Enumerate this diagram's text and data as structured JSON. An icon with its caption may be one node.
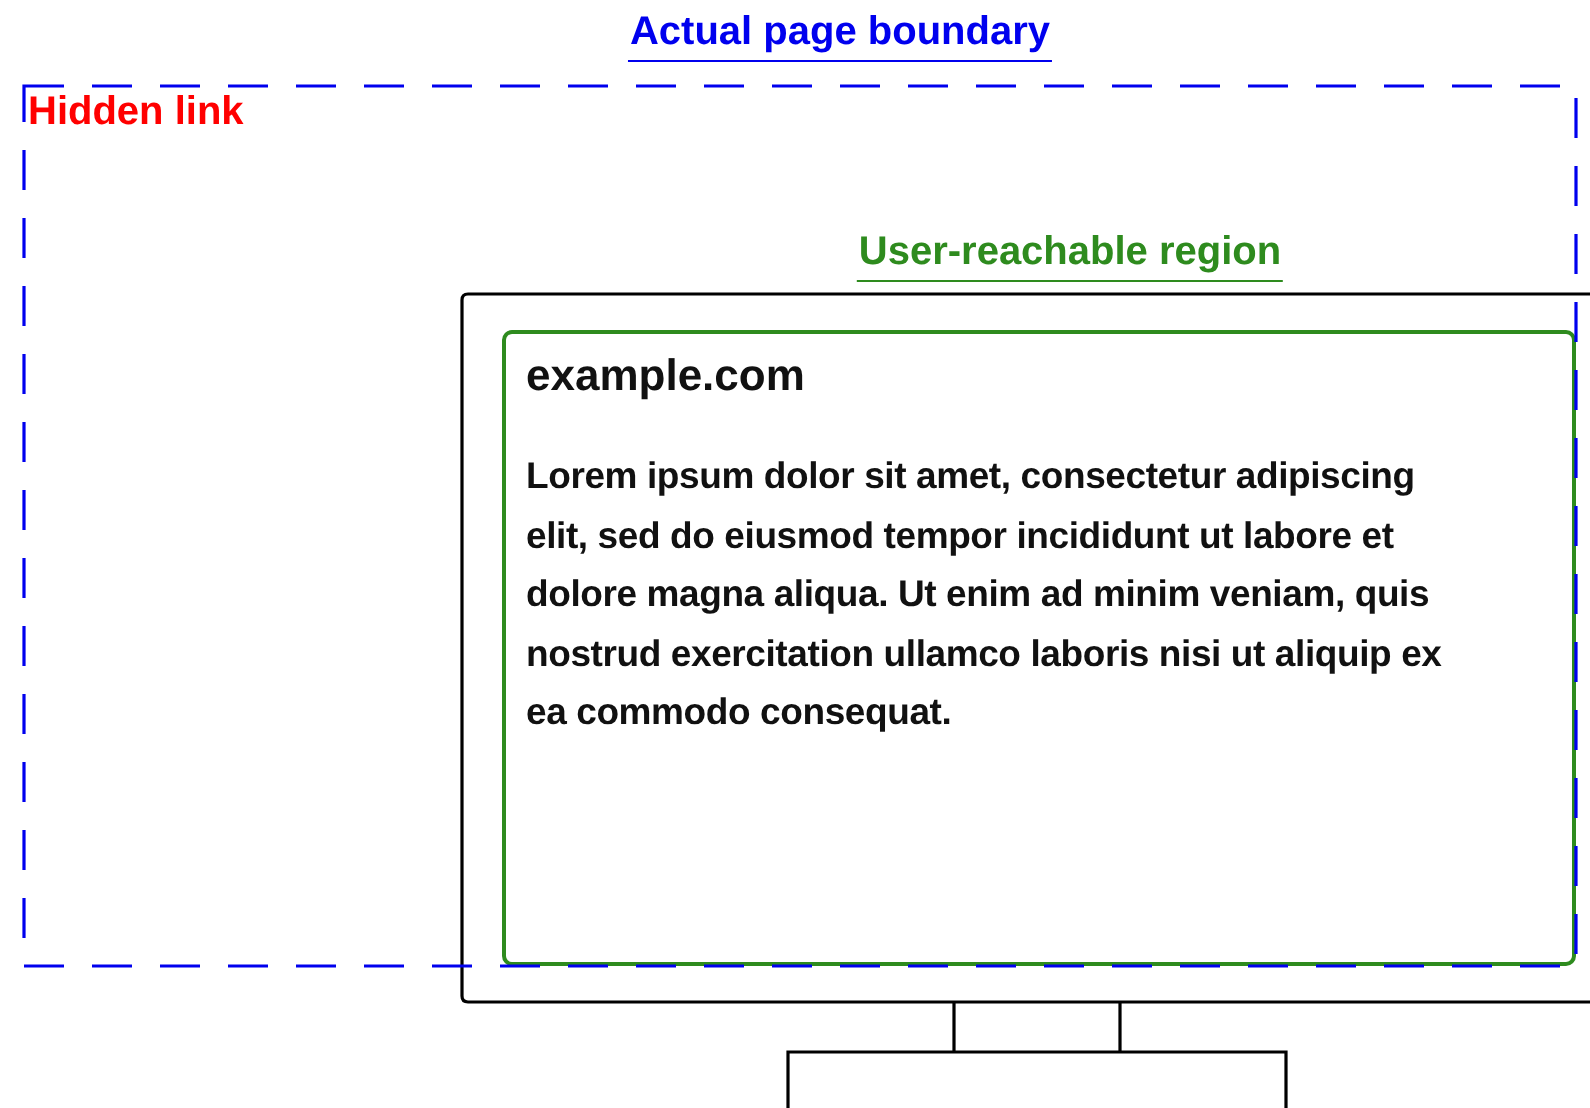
{
  "diagram": {
    "nodes": [
      {
        "text": [
          "Actual page boundary"
        ]
      },
      {
        "text": [
          "User-reachable region",
          "example.com",
          "Lorem ipsum dolor sit amet, consectetur adipiscing elit, sed do eiusmod tempor incididunt ut labore et dolore magna aliqua. Ut enim ad minim veniam, quis nostrud exercitation ullamco laboris nisi ut aliquip ex ea commodo consequat."
        ],
        "in": 0
      }
    ],
    "labels": [
      "Hidden link"
    ]
  }
}
